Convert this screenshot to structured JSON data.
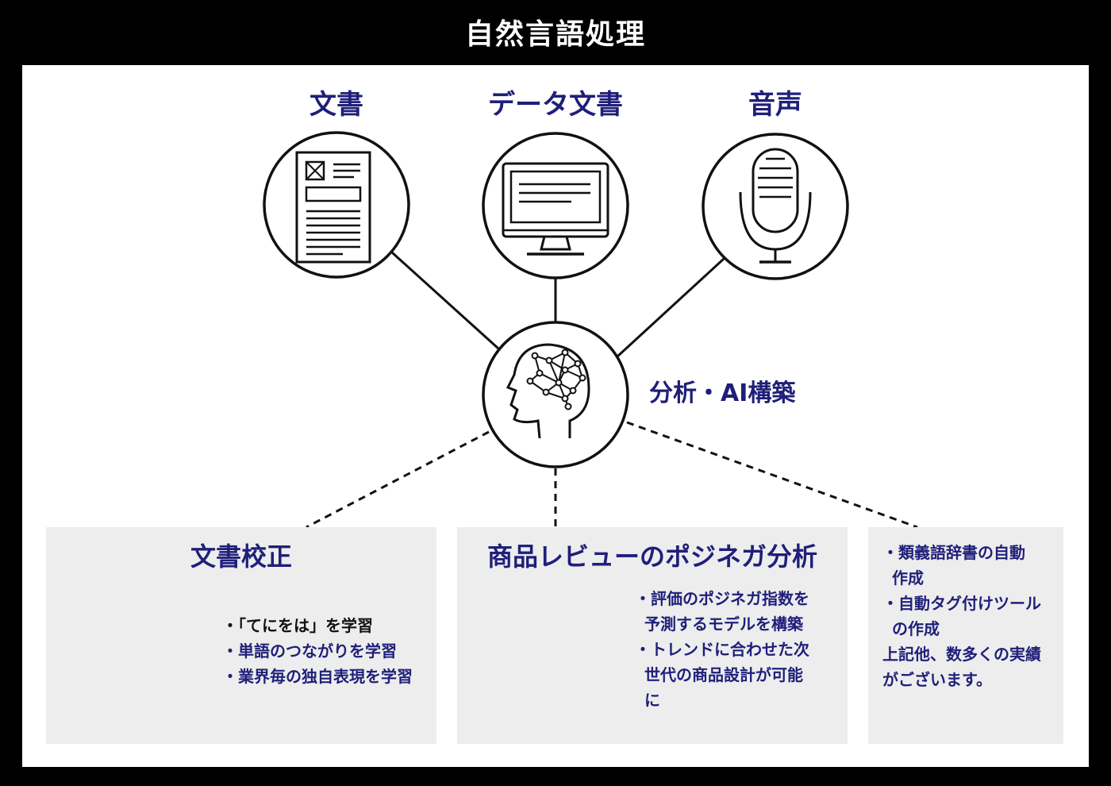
{
  "title": "自然言語処理",
  "sources": {
    "document_label": "文書",
    "data_document_label": "データ文書",
    "voice_label": "音声"
  },
  "hub": {
    "label": "分析・AI構築"
  },
  "panels": [
    {
      "title": "文書校正",
      "bullets": [
        "・「てにをは」を学習",
        "・単語のつながりを学習",
        "・業界毎の独自表現を学習"
      ]
    },
    {
      "title": "商品レビューのポジネガ分析",
      "bullets": [
        "・評価のポジネガ指数を",
        "予測するモデルを構築",
        "・トレンドに合わせた次",
        "世代の商品設計が可能",
        "に"
      ]
    },
    {
      "title": "",
      "bullets": [
        "・類義語辞書の自動",
        "作成",
        "・自動タグ付けツール",
        "の作成",
        "上記他、数多くの実績",
        "がございます。"
      ]
    }
  ],
  "colors": {
    "accent": "#1f1f7a",
    "panel_bg": "#ededed",
    "frame": "#000000"
  },
  "icons": [
    "document-icon",
    "monitor-icon",
    "microphone-icon",
    "brain-network-icon",
    "proofreading-check-icon",
    "thumbs-review-icon"
  ]
}
